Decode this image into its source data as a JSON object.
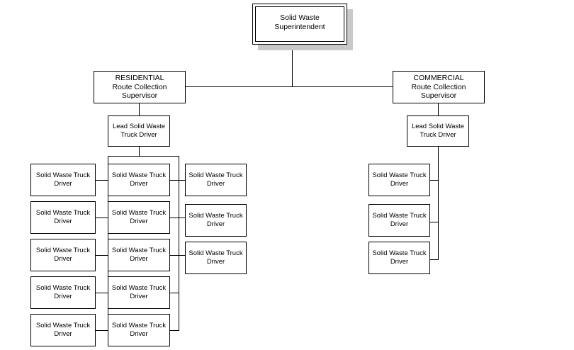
{
  "chart": {
    "title_text": "Solid Waste Superintendent",
    "type": "organizational-chart",
    "background_color": "#ffffff",
    "line_color": "#000000",
    "shadow_color": "#c9c9c9",
    "root": {
      "label": "Solid Waste Superintendent"
    },
    "supervisors": [
      {
        "id": "residential",
        "line1": "RESIDENTIAL",
        "line2": "Route Collection Supervisor",
        "label": "RESIDENTIAL\nRoute Collection Supervisor"
      },
      {
        "id": "commercial",
        "line1": "COMMERCIAL",
        "line2": "Route Collection Supervisor",
        "label": "COMMERCIAL\nRoute Collection Supervisor"
      }
    ],
    "leads": [
      {
        "id": "lead-residential",
        "line1": "Lead Solid Waste",
        "line2": "Truck Driver",
        "label": "Lead Solid Waste\nTruck Driver"
      },
      {
        "id": "lead-commercial",
        "line1": "Lead Solid Waste",
        "line2": "Truck Driver",
        "label": "Lead Solid Waste\nTruck Driver"
      }
    ],
    "driver_label": "Solid Waste Truck\nDriver",
    "columns": [
      {
        "id": "residential-left-column",
        "count": 5,
        "drivers": [
          "Solid Waste Truck\nDriver",
          "Solid Waste Truck\nDriver",
          "Solid Waste Truck\nDriver",
          "Solid Waste Truck\nDriver",
          "Solid Waste Truck\nDriver"
        ]
      },
      {
        "id": "residential-middle-column",
        "count": 5,
        "drivers": [
          "Solid Waste Truck\nDriver",
          "Solid Waste Truck\nDriver",
          "Solid Waste Truck\nDriver",
          "Solid Waste Truck\nDriver",
          "Solid Waste Truck\nDriver"
        ]
      },
      {
        "id": "residential-right-column",
        "count": 3,
        "drivers": [
          "Solid Waste Truck\nDriver",
          "Solid Waste Truck\nDriver",
          "Solid Waste Truck\nDriver"
        ]
      },
      {
        "id": "commercial-column",
        "count": 3,
        "drivers": [
          "Solid Waste Truck\nDriver",
          "Solid Waste Truck\nDriver",
          "Solid Waste Truck\nDriver"
        ]
      }
    ]
  }
}
